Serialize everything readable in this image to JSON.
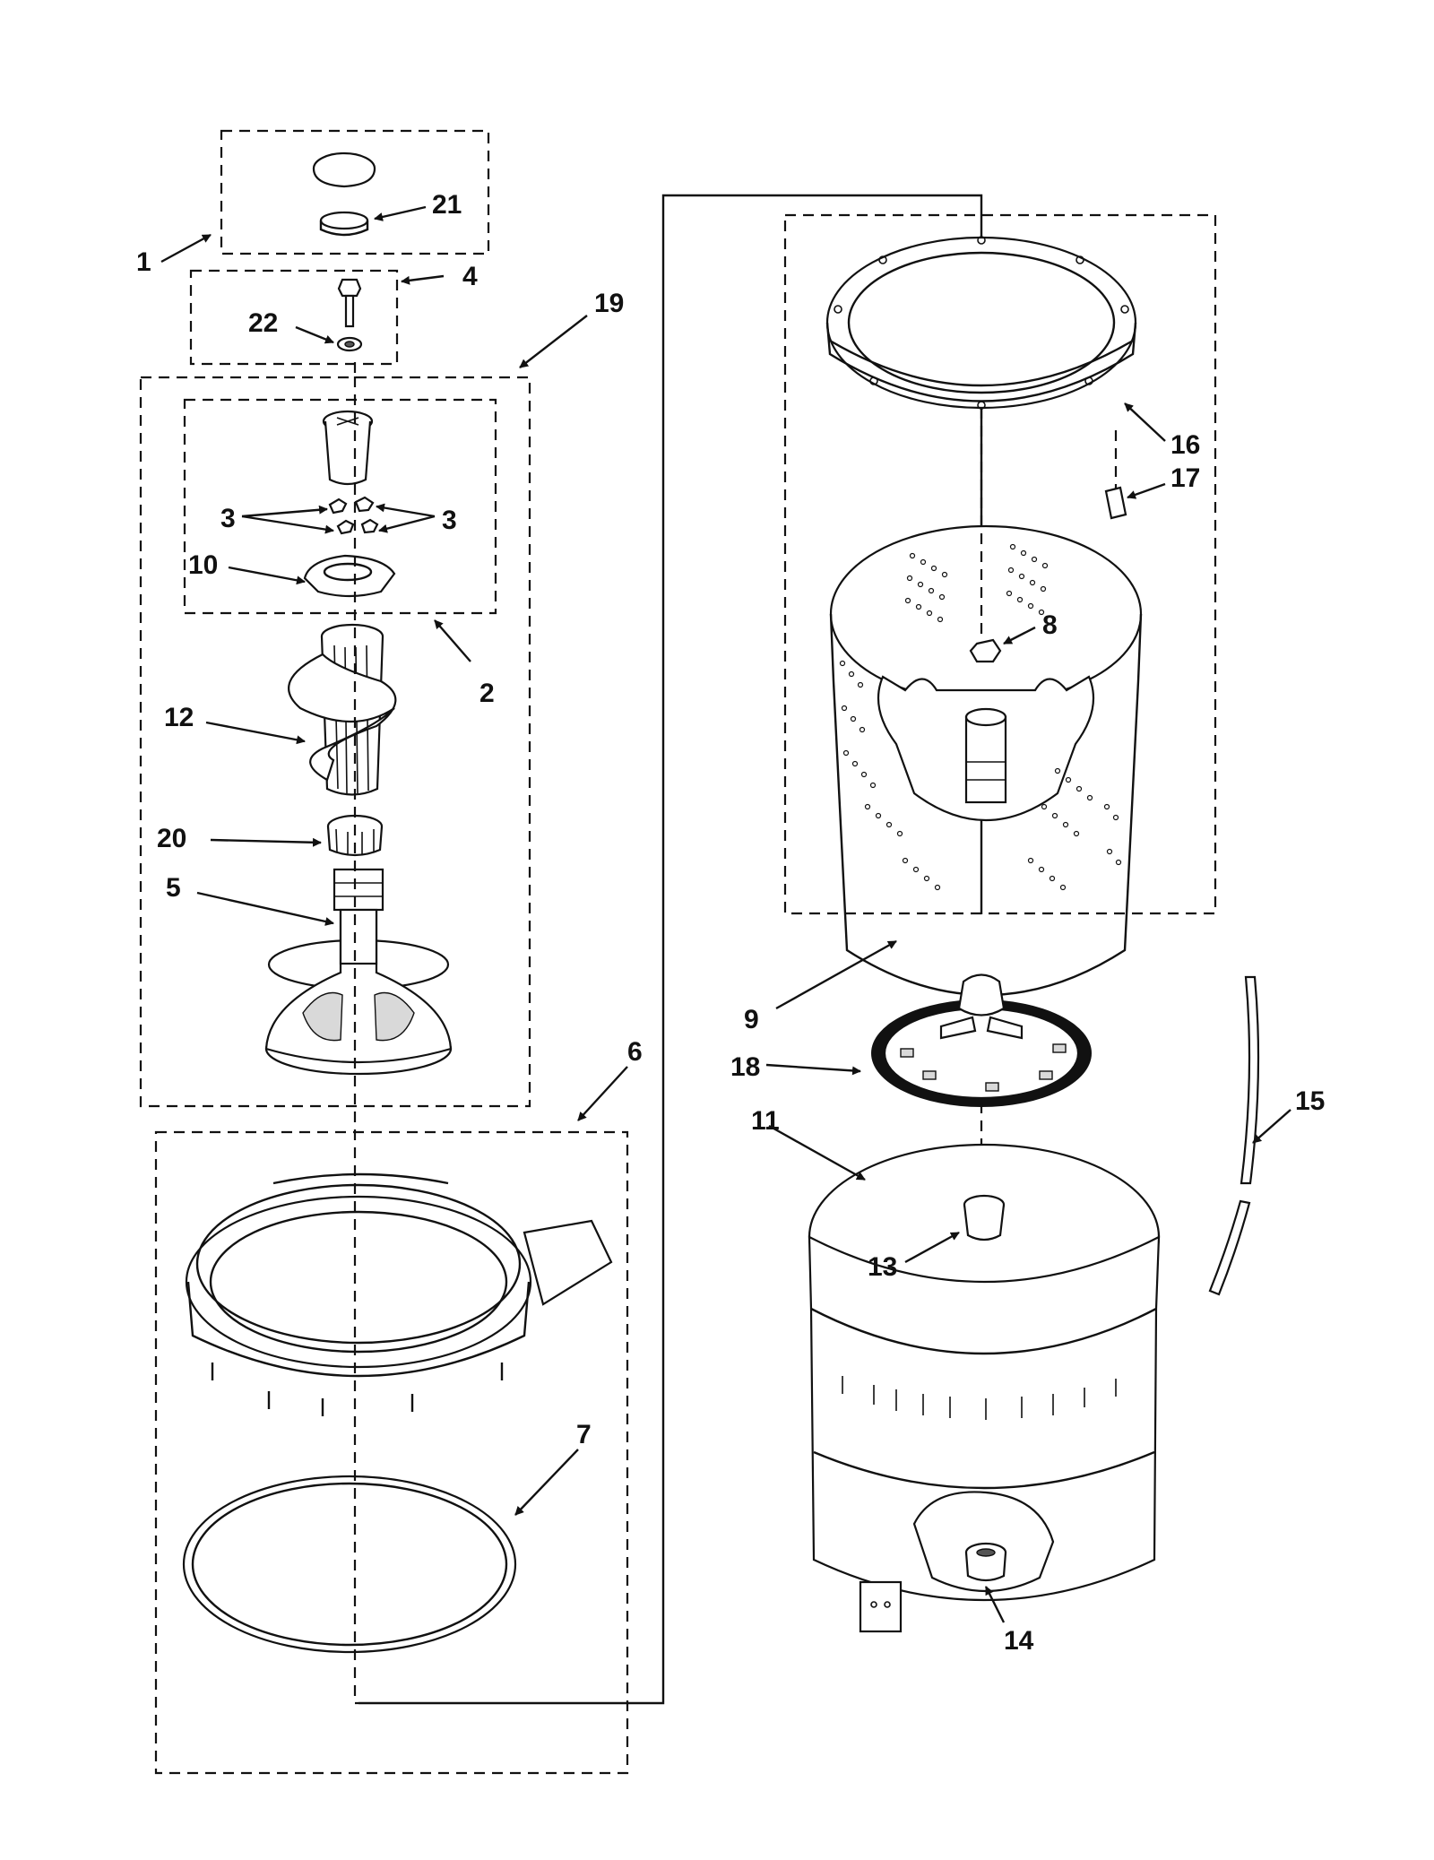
{
  "callouts": [
    "1",
    "2",
    "3",
    "3",
    "4",
    "5",
    "6",
    "7",
    "8",
    "9",
    "10",
    "11",
    "12",
    "13",
    "14",
    "15",
    "16",
    "17",
    "18",
    "19",
    "20",
    "21",
    "22"
  ]
}
